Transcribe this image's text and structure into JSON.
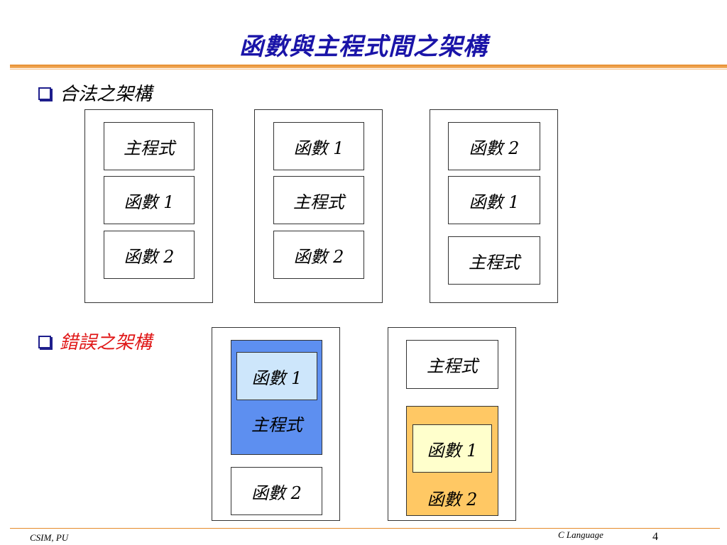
{
  "slide": {
    "title": "函數與主程式間之架構"
  },
  "legal": {
    "label": "合法之架構",
    "structures": [
      [
        "主程式",
        "函數 1",
        "函數 2"
      ],
      [
        "函數 1",
        "主程式",
        "函數 2"
      ],
      [
        "函數 2",
        "函數 1",
        "主程式"
      ]
    ]
  },
  "illegal": {
    "label": "錯誤之架構",
    "structure1": {
      "outer_label": "主程式",
      "inner_label": "函數 1",
      "separate_label": "函數 2"
    },
    "structure2": {
      "top_label": "主程式",
      "outer_label": "函數 2",
      "inner_label": "函數 1"
    }
  },
  "colors": {
    "title": "#1a14a8",
    "illegal_label": "#e01818",
    "main_block": "#5d8ff0",
    "nested_func_in_main": "#cde6fb",
    "func2_block": "#ffc864",
    "nested_func_in_func2": "#ffffcc",
    "rule": "#e58a2a"
  },
  "footer": {
    "org": "CSIM, PU",
    "course": "C Language",
    "page": "4"
  }
}
